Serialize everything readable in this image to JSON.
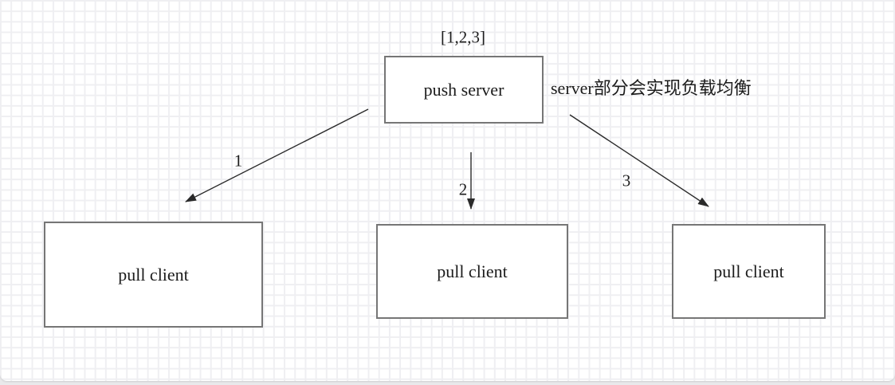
{
  "diagram": {
    "top_annotation": "[1,2,3]",
    "push_server": {
      "label": "push server"
    },
    "side_annotation": "server部分会实现负载均衡",
    "pull_clients": [
      {
        "label": "pull client"
      },
      {
        "label": "pull client"
      },
      {
        "label": "pull client"
      }
    ],
    "arrow_labels": [
      "1",
      "2",
      "3"
    ]
  },
  "colors": {
    "canvas_background": "#ffffff",
    "grid_line": "#efeff2",
    "box_border": "#767676",
    "text": "#1c1c1c",
    "arrow": "#2a2a2a"
  }
}
